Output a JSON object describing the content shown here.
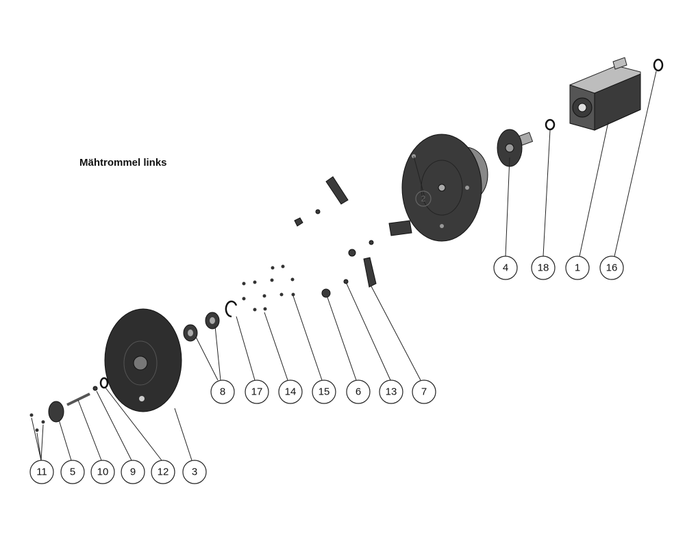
{
  "title": "Mähtrommel links",
  "callouts": [
    {
      "id": "c4",
      "label": "4"
    },
    {
      "id": "c18",
      "label": "18"
    },
    {
      "id": "c1",
      "label": "1"
    },
    {
      "id": "c16",
      "label": "16"
    },
    {
      "id": "c8",
      "label": "8"
    },
    {
      "id": "c17",
      "label": "17"
    },
    {
      "id": "c14",
      "label": "14"
    },
    {
      "id": "c15",
      "label": "15"
    },
    {
      "id": "c6",
      "label": "6"
    },
    {
      "id": "c13",
      "label": "13"
    },
    {
      "id": "c7",
      "label": "7"
    },
    {
      "id": "c11",
      "label": "11"
    },
    {
      "id": "c5",
      "label": "5"
    },
    {
      "id": "c10",
      "label": "10"
    },
    {
      "id": "c9",
      "label": "9"
    },
    {
      "id": "c12",
      "label": "12"
    },
    {
      "id": "c3",
      "label": "3"
    },
    {
      "id": "c2",
      "label": "2"
    }
  ]
}
